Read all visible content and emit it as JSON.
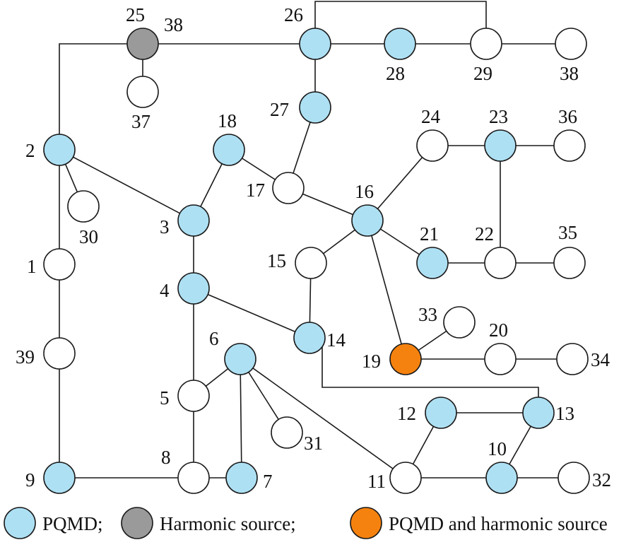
{
  "colors": {
    "pqmd": "#aee0f3",
    "harmonic": "#9a9a9a",
    "both": "#f5820f",
    "plain": "#ffffff",
    "line": "#1a1a1a"
  },
  "nodes": [
    {
      "id": "1",
      "label": "1",
      "type": "plain"
    },
    {
      "id": "2",
      "label": "2",
      "type": "pqmd"
    },
    {
      "id": "3",
      "label": "3",
      "type": "pqmd"
    },
    {
      "id": "4",
      "label": "4",
      "type": "pqmd"
    },
    {
      "id": "5",
      "label": "5",
      "type": "plain"
    },
    {
      "id": "6",
      "label": "6",
      "type": "pqmd"
    },
    {
      "id": "7",
      "label": "7",
      "type": "pqmd"
    },
    {
      "id": "8",
      "label": "8",
      "type": "plain"
    },
    {
      "id": "9",
      "label": "9",
      "type": "pqmd"
    },
    {
      "id": "10",
      "label": "10",
      "type": "pqmd"
    },
    {
      "id": "11",
      "label": "11",
      "type": "plain"
    },
    {
      "id": "12",
      "label": "12",
      "type": "pqmd"
    },
    {
      "id": "13",
      "label": "13",
      "type": "pqmd"
    },
    {
      "id": "14",
      "label": "14",
      "type": "pqmd"
    },
    {
      "id": "15",
      "label": "15",
      "type": "plain"
    },
    {
      "id": "16",
      "label": "16",
      "type": "pqmd"
    },
    {
      "id": "17",
      "label": "17",
      "type": "plain"
    },
    {
      "id": "18",
      "label": "18",
      "type": "pqmd"
    },
    {
      "id": "19",
      "label": "19",
      "type": "both"
    },
    {
      "id": "20",
      "label": "20",
      "type": "plain"
    },
    {
      "id": "21",
      "label": "21",
      "type": "pqmd"
    },
    {
      "id": "22",
      "label": "22",
      "type": "plain"
    },
    {
      "id": "23",
      "label": "23",
      "type": "pqmd"
    },
    {
      "id": "24",
      "label": "24",
      "type": "plain"
    },
    {
      "id": "25",
      "label": "25",
      "type": "harmonic"
    },
    {
      "id": "26",
      "label": "26",
      "type": "pqmd"
    },
    {
      "id": "27",
      "label": "27",
      "type": "pqmd"
    },
    {
      "id": "28",
      "label": "28",
      "type": "pqmd"
    },
    {
      "id": "29",
      "label": "29",
      "type": "plain"
    },
    {
      "id": "30",
      "label": "30",
      "type": "plain"
    },
    {
      "id": "31",
      "label": "31",
      "type": "plain"
    },
    {
      "id": "32",
      "label": "32",
      "type": "plain"
    },
    {
      "id": "33",
      "label": "33",
      "type": "plain"
    },
    {
      "id": "34",
      "label": "34",
      "type": "plain"
    },
    {
      "id": "35",
      "label": "35",
      "type": "plain"
    },
    {
      "id": "36",
      "label": "36",
      "type": "plain"
    },
    {
      "id": "37",
      "label": "37",
      "type": "plain"
    },
    {
      "id": "38a",
      "label": "38",
      "type": "plain"
    },
    {
      "id": "39",
      "label": "39",
      "type": "plain"
    }
  ],
  "edges": [
    [
      "25",
      "26"
    ],
    [
      "26",
      "28"
    ],
    [
      "28",
      "29"
    ],
    [
      "29",
      "38a"
    ],
    [
      "26",
      "29"
    ],
    [
      "25",
      "37"
    ],
    [
      "26",
      "27"
    ],
    [
      "27",
      "17"
    ],
    [
      "2",
      "25"
    ],
    [
      "2",
      "30"
    ],
    [
      "2",
      "3"
    ],
    [
      "2",
      "1"
    ],
    [
      "1",
      "39"
    ],
    [
      "39",
      "9"
    ],
    [
      "9",
      "8"
    ],
    [
      "8",
      "7"
    ],
    [
      "8",
      "5"
    ],
    [
      "5",
      "4"
    ],
    [
      "5",
      "6"
    ],
    [
      "6",
      "7"
    ],
    [
      "6",
      "31"
    ],
    [
      "6",
      "11"
    ],
    [
      "4",
      "3"
    ],
    [
      "4",
      "14"
    ],
    [
      "3",
      "18"
    ],
    [
      "18",
      "17"
    ],
    [
      "17",
      "16"
    ],
    [
      "16",
      "15"
    ],
    [
      "15",
      "14"
    ],
    [
      "14",
      "13"
    ],
    [
      "16",
      "24"
    ],
    [
      "24",
      "23"
    ],
    [
      "23",
      "36"
    ],
    [
      "23",
      "22"
    ],
    [
      "22",
      "35"
    ],
    [
      "22",
      "21"
    ],
    [
      "21",
      "16"
    ],
    [
      "16",
      "19"
    ],
    [
      "19",
      "33"
    ],
    [
      "19",
      "20"
    ],
    [
      "20",
      "34"
    ],
    [
      "11",
      "12"
    ],
    [
      "12",
      "13"
    ],
    [
      "13",
      "10"
    ],
    [
      "11",
      "10"
    ],
    [
      "10",
      "32"
    ]
  ],
  "slack_label": "38",
  "legend": [
    {
      "type": "pqmd",
      "text": "PQMD;"
    },
    {
      "type": "harmonic",
      "text": "Harmonic source;"
    },
    {
      "type": "both",
      "text": "PQMD and harmonic source"
    }
  ]
}
